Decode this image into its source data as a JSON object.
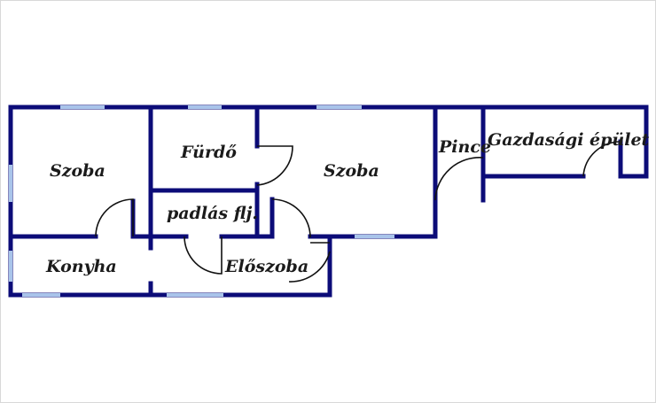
{
  "plan": {
    "rooms": {
      "szoba_left": "Szoba",
      "furdo": "Fürdő",
      "szoba_right": "Szoba",
      "pince": "Pince",
      "gazdasagi": "Gazdasági épület",
      "padlas": "padlás flj.",
      "konyha": "Konyha",
      "eloszoba": "Előszoba"
    }
  },
  "colors": {
    "wall": "#0c0c78",
    "window": "#a9c4ea",
    "door_arc": "#111111",
    "background": "#ffffff"
  }
}
